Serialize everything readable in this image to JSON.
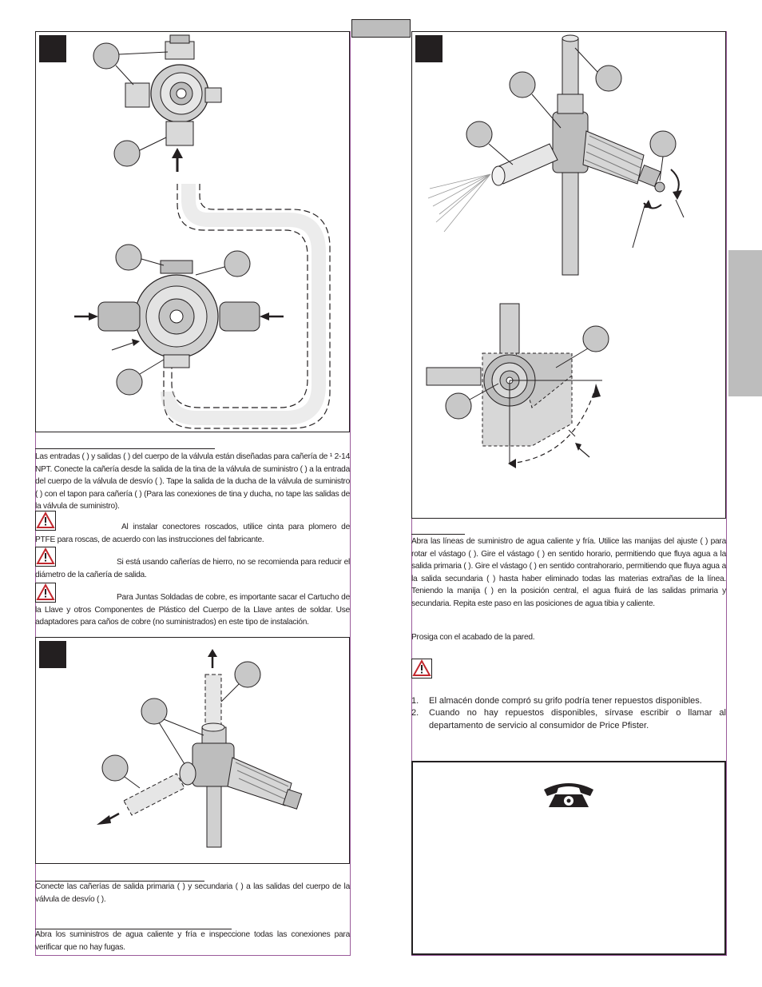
{
  "colors": {
    "frame": "#9a5a9a",
    "ink": "#231f20",
    "tab_gray": "#bdbdbd",
    "warning_red": "#c1272d"
  },
  "icons": {
    "warning": "warning-triangle-icon",
    "phone": "telephone-icon"
  },
  "left": {
    "text_block_1": "Las entradas (     ) y salidas (     ) del cuerpo de la válvula están diseñadas para cañería de ¹ 2-14 NPT. Conecte la cañería desde la salida de la tina de la válvula de suministro (     ) a la entrada del cuerpo de la válvula de desvío (     ). Tape la salida de la ducha de la válvula de suministro (     ) con el tapon para cañería (     ) (Para las conexiones de tina y ducha, no tape las salidas de la válvula de suministro).",
    "warning_1": "Al instalar conectores roscados, utilice cinta para plomero de PTFE para roscas, de acuerdo con las instrucciones del fabricante.",
    "warning_2": "Si está usando cañerías de hierro, no se recomienda para reducir el diámetro de la cañería de salida.",
    "warning_3": "Para Juntas Soldadas de cobre, es importante sacar el Cartucho de la Llave y otros Componentes de Plástico del Cuerpo de la Llave antes de soldar. Use adaptadores para caños de cobre (no suministrados) en este tipo de instalación.",
    "text_block_2": "Conecte las cañerías de salida primaria (     ) y secundaria (     ) a las salidas del cuerpo de la válvula de desvío (     ).",
    "text_block_3": "Abra los suministros de agua caliente y fría e inspeccione todas las conexiones para verificar que no hay fugas."
  },
  "right": {
    "text_block_1": "Abra las líneas de suministro de agua caliente y fría. Utilice las manijas del ajuste (     ) para rotar el vástago (     ). Gire el vástago (     ) en sentido horario, permitiendo que fluya agua a la salida primaria (     ). Gire el vástago (     ) en sentido contrahorario, permitiendo que fluya agua a la salida secundaria (     ) hasta haber eliminado todas las materias extrañas de la línea. Teniendo la manija (     ) en la posición central, el agua fluirá de las salidas primaria y secundaria. Repita este paso en las posiciones de agua tibia y caliente.",
    "text_block_2": "Prosiga con el acabado de la pared.",
    "list": [
      {
        "num": "1.",
        "text": "El almacén donde compró su grifo podría tener repuestos disponibles."
      },
      {
        "num": "2.",
        "text": "Cuando no hay repuestos disponibles, sírvase escribir o llamar al departamento de servicio al consumidor de Price Pfister."
      }
    ]
  }
}
